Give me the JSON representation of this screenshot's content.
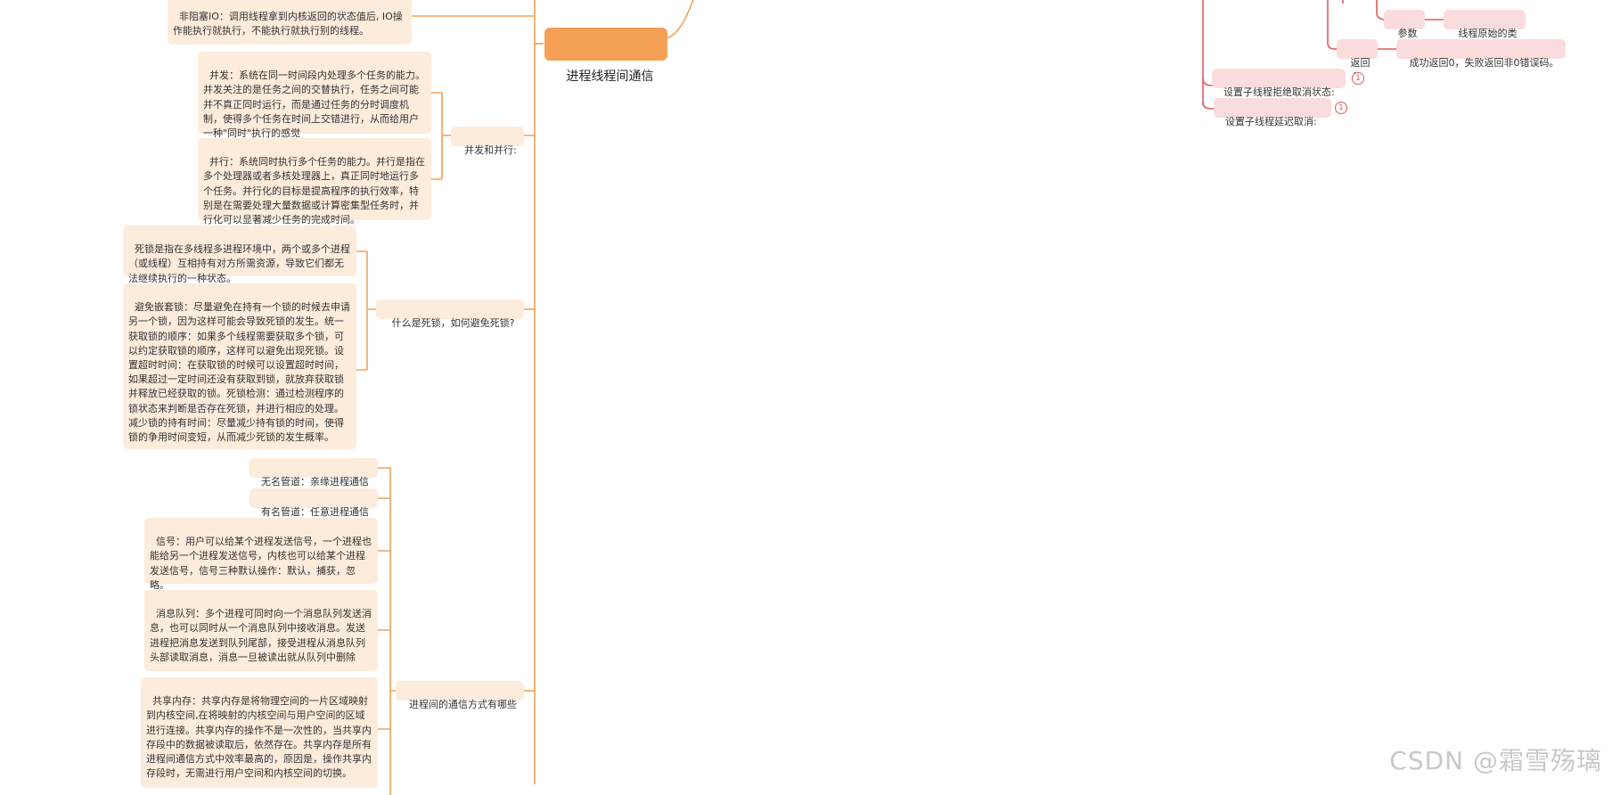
{
  "mindmap": {
    "central_topic": "进程线程间通信",
    "io_blocking": {
      "nonblocking_text": "非阻塞IO：调用线程拿到内核返回的状态值后, IO操作能执行就执行，不能执行就执行别的线程。"
    },
    "concurrency": {
      "label": "并发和并行:",
      "concurrent": "并发：系统在同一时间段内处理多个任务的能力。并发关注的是任务之间的交替执行，任务之间可能并不真正同时运行，而是通过任务的分时调度机制，使得多个任务在时间上交错进行，从而给用户一种\"同时\"执行的感觉",
      "parallel": "并行：系统同时执行多个任务的能力。并行是指在多个处理器或者多核处理器上，真正同时地运行多个任务。并行化的目标是提高程序的执行效率，特别是在需要处理大量数据或计算密集型任务时，并行化可以显著减少任务的完成时间。"
    },
    "deadlock": {
      "label": "什么是死锁，如何避免死锁?",
      "definition": "死锁是指在多线程多进程环境中，两个或多个进程（或线程）互相持有对方所需资源，导致它们都无法继续执行的一种状态。",
      "avoidance": "避免嵌套锁：尽量避免在持有一个锁的时候去申请另一个锁，因为这样可能会导致死锁的发生。统一获取锁的顺序：如果多个线程需要获取多个锁，可以约定获取锁的顺序，这样可以避免出现死锁。设置超时时间：在获取锁的时候可以设置超时时间，如果超过一定时间还没有获取到锁，就放弃获取锁并释放已经获取的锁。死锁检测：通过检测程序的锁状态来判断是否存在死锁，并进行相应的处理。减少锁的持有时间：尽量减少持有锁的时间，使得锁的争用时间变短，从而减少死锁的发生概率。"
    },
    "ipc": {
      "label": "进程间的通信方式有哪些",
      "unnamed_pipe": "无名管道：亲缘进程通信",
      "named_pipe": "有名管道：任意进程通信",
      "signal": "信号：用户可以给某个进程发送信号，一个进程也能给另一个进程发送信号，内核也可以给某个进程发送信号，信号三种默认操作：默认，捕获，忽略。",
      "message_queue": "消息队列：多个进程可同时向一个消息队列发送消息，也可以同时从一个消息队列中接收消息。发送进程把消息发送到队列尾部，接受进程从消息队列头部读取消息，消息一旦被读出就从队列中删除",
      "shared_memory": "共享内存：共享内存是将物理空间的一片区域映射到内核空间,在将映射的内核空间与用户空间的区域进行连接。共享内存的操作不是一次性的，当共享内存段中的数据被读取后，依然存在。共享内存是所有进程间通信方式中效率最高的，原因是，操作共享内存段时，无需进行用户空间和内核空间的切换。"
    },
    "thread_api": {
      "param2_label": "参数2",
      "param2_value": "线程原始的类型",
      "return_label": "返回值",
      "return_value": "成功返回0，失败返回非0错误码。",
      "cancel_state": "设置子线程拒绝取消状态:",
      "cancel_deferred": "设置子线程延迟取消:",
      "badge_1": "1",
      "badge_2": "1"
    }
  },
  "watermark": "CSDN @霜雪殇璃",
  "colors": {
    "central_fill": "#f5a057",
    "orange_line": "#f5a057",
    "node_fill": "#fdebdb",
    "red_line": "#e05a5a",
    "red_fill": "#fadcdc"
  }
}
